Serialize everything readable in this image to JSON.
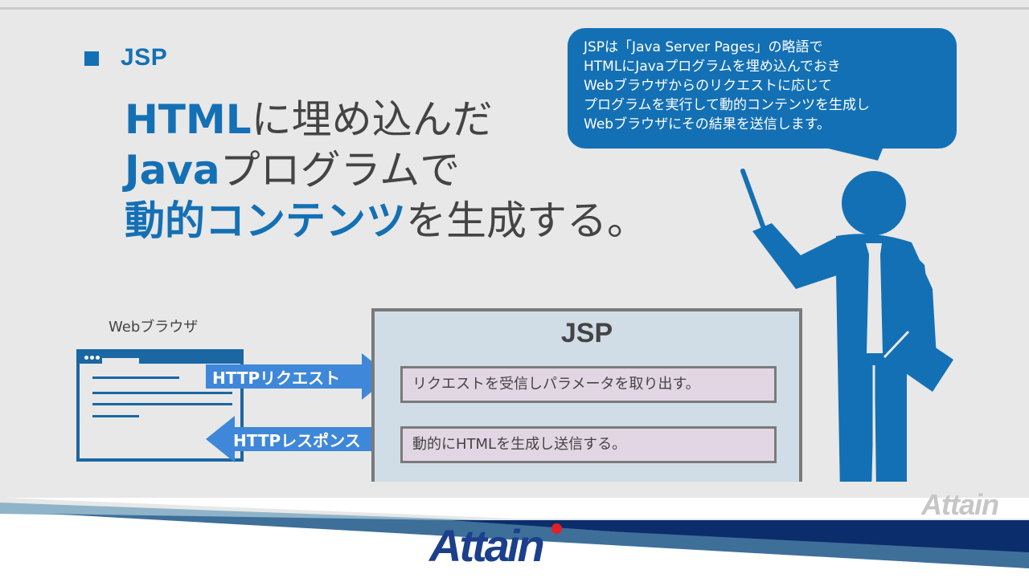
{
  "slide": {
    "section_title": "JSP",
    "headline": {
      "line1_highlight": "HTML",
      "line1_plain": "に埋め込んだ",
      "line2_highlight": "Java",
      "line2_plain": "プログラムで",
      "line3_highlight_a": "動的",
      "line3_highlight_b": "コンテンツ",
      "line3_plain": "を生成する。"
    },
    "speech_bubble": {
      "lines": [
        "JSPは「Java Server Pages」の略語で",
        "HTMLにJavaプログラムを埋め込んでおき",
        "Webブラウザからのリクエストに応じて",
        "プログラムを実行して動的コンテンツを生成し",
        "Webブラウザにその結果を送信します。"
      ]
    },
    "diagram": {
      "browser_label": "Webブラウザ",
      "request_arrow_label": "HTTPリクエスト",
      "response_arrow_label": "HTTPレスポンス",
      "jsp_box_title": "JSP",
      "steps": [
        "リクエストを受信しパラメータを取り出す。",
        "動的にHTMLを生成し送信する。"
      ]
    },
    "watermark": "Attain",
    "footer_logo": "Attain"
  },
  "colors": {
    "accent_blue": "#1470b4",
    "arrow_blue": "#3f87d8",
    "jsp_box_bg": "#d0dde6",
    "step_bg": "#e3d6e4",
    "footer_navy": "#0c2d6b",
    "logo_red_dot": "#e0202a"
  }
}
